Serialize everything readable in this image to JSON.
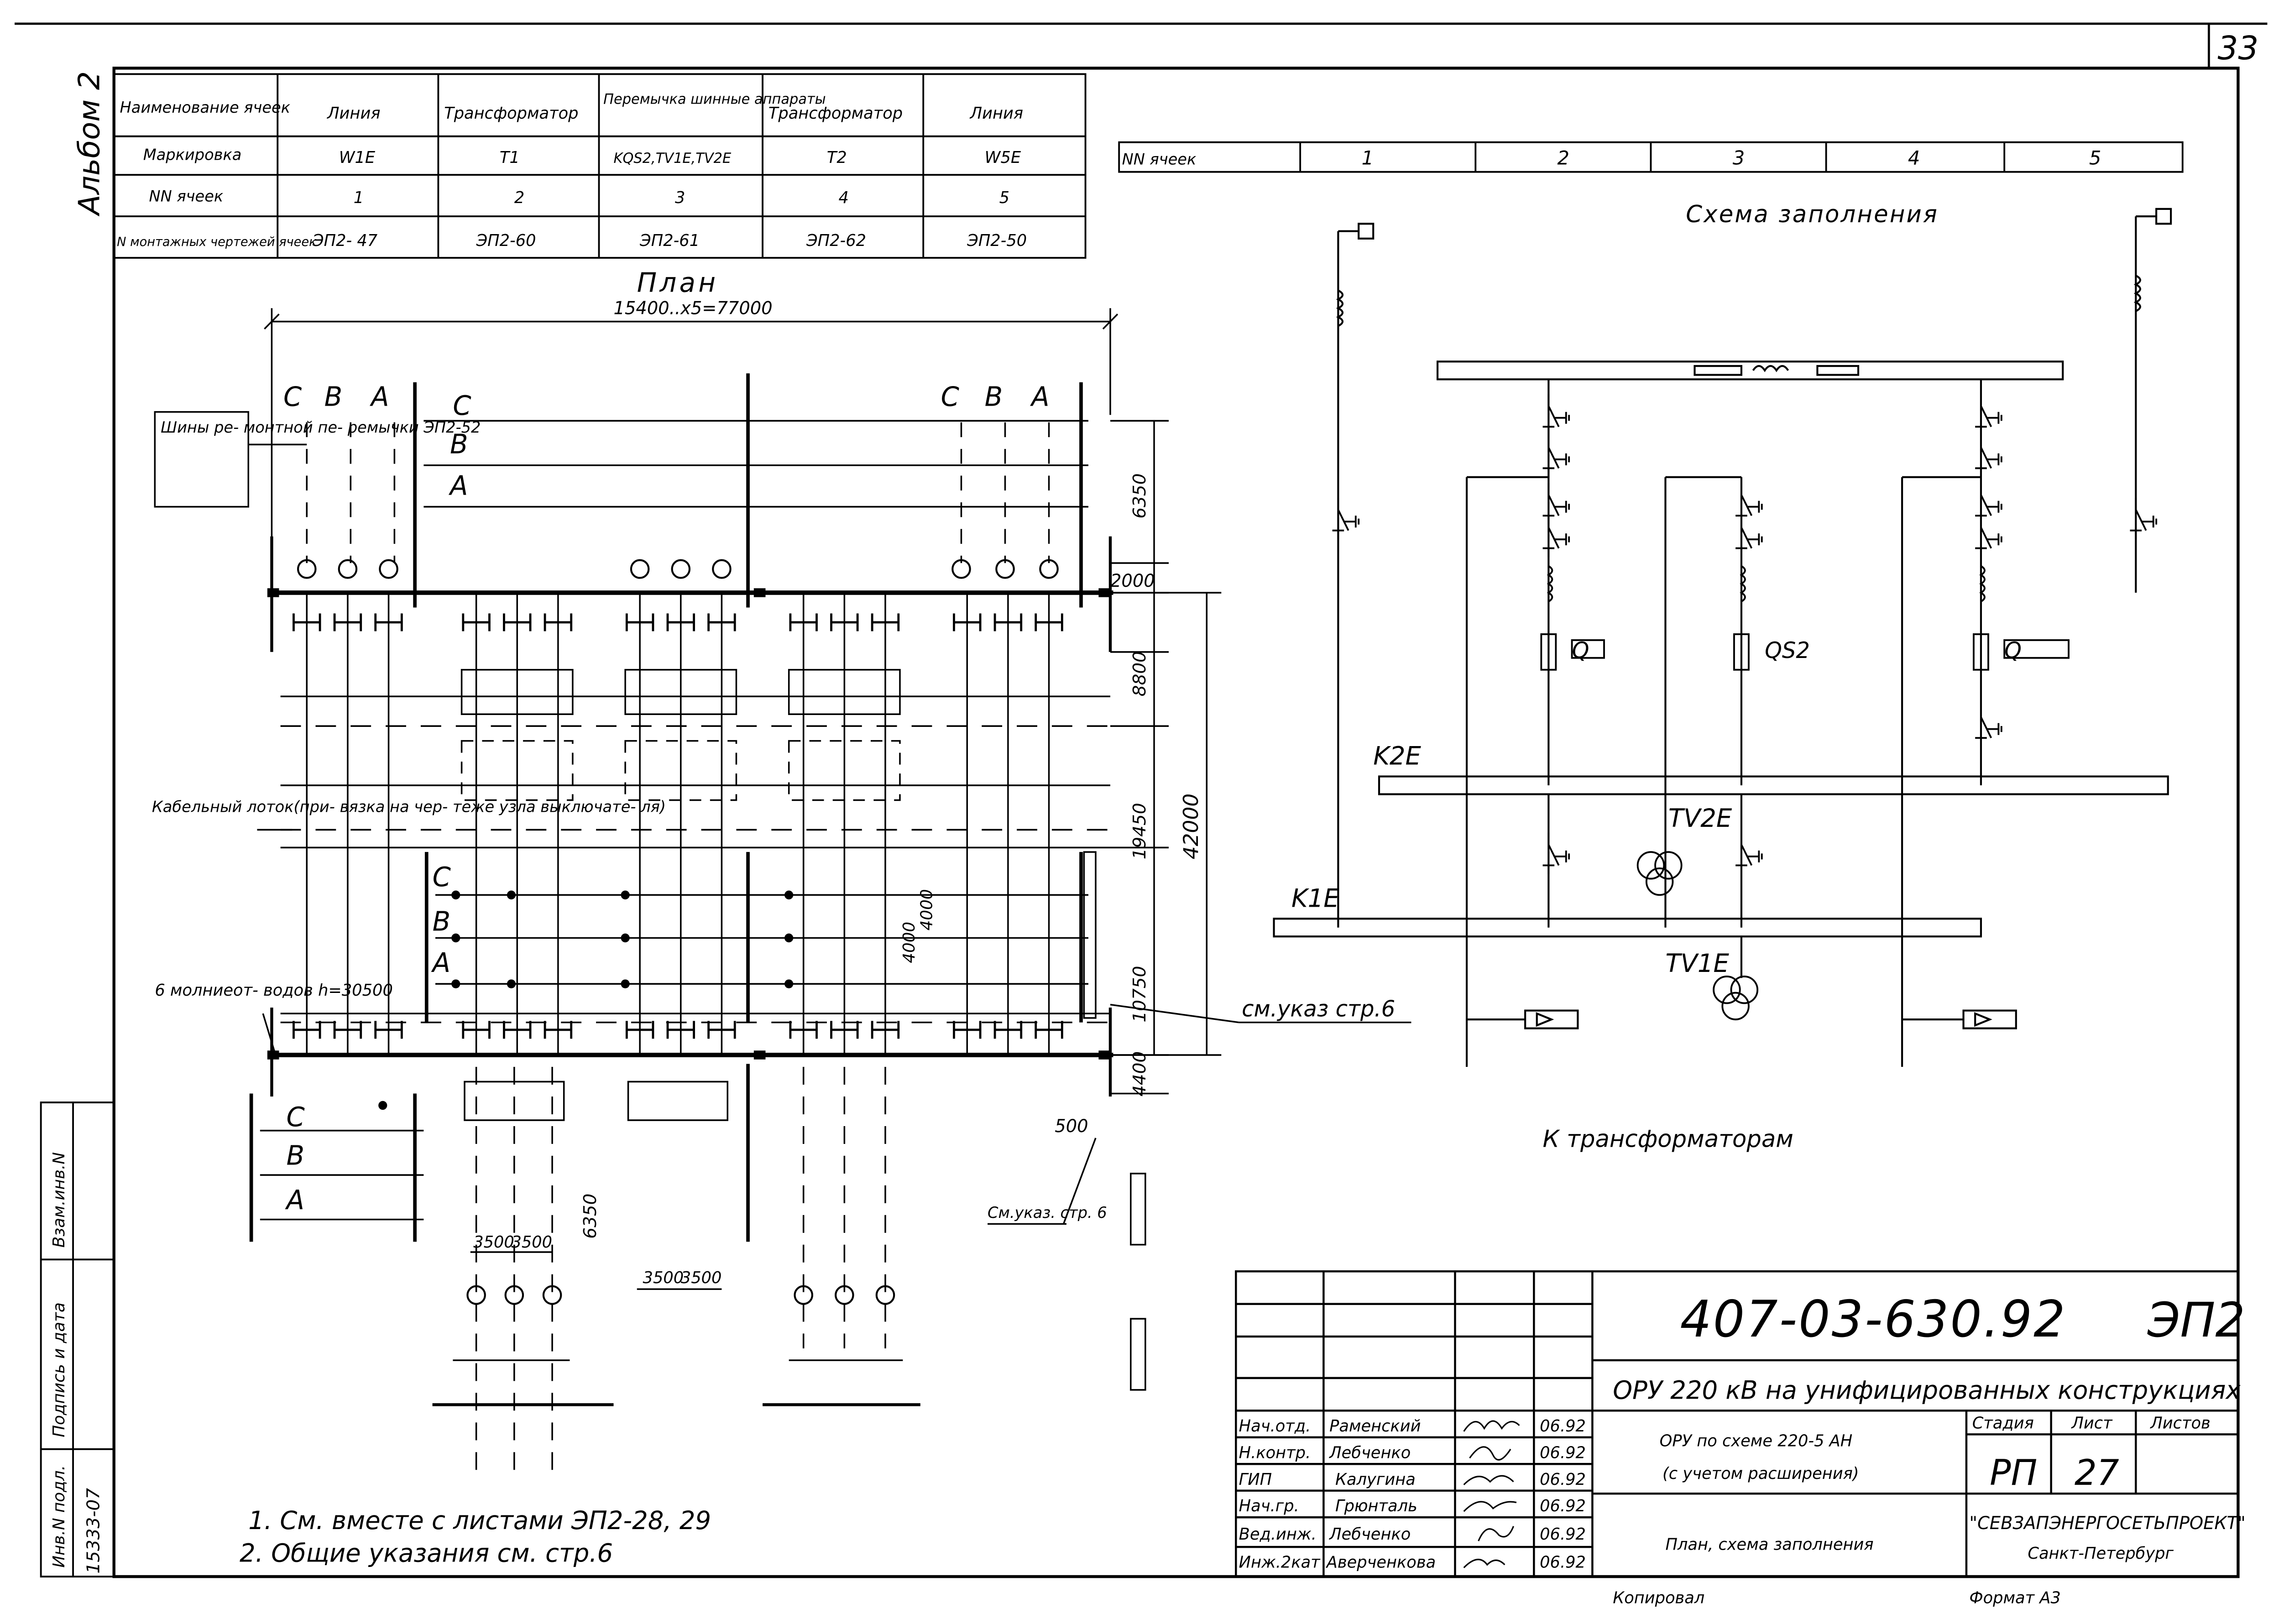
{
  "sheet_number": "33",
  "album_label": "Альбом 2",
  "cell_table": {
    "row_labels": [
      "Наименование ячеек",
      "Маркировка",
      "NN ячеек",
      "N монтажных чертежей ячеек"
    ],
    "columns": [
      {
        "name": "Линия",
        "marking": "W1E",
        "number": "1",
        "drawing": "ЭП2- 47"
      },
      {
        "name": "Трансформатор",
        "marking": "T1",
        "number": "2",
        "drawing": "ЭП2-60"
      },
      {
        "name": "Перемычка шинные аппараты",
        "marking": "KQS2,TV1E,TV2E",
        "number": "3",
        "drawing": "ЭП2-61"
      },
      {
        "name": "Трансформатор",
        "marking": "T2",
        "number": "4",
        "drawing": "ЭП2-62"
      },
      {
        "name": "Линия",
        "marking": "W5E",
        "number": "5",
        "drawing": "ЭП2-50"
      }
    ]
  },
  "plan": {
    "title": "План",
    "overall_dim": "15400..x5=77000",
    "dims": {
      "d6350_top": "6350",
      "d2000": "2000",
      "d8800": "8800",
      "d19450": "19450",
      "d42000": "42000",
      "d10750": "10750",
      "d4400": "4400",
      "d500": "500",
      "d6350_bot": "6350",
      "d3500a": "3500",
      "d3500b": "3500",
      "d3500c": "3500",
      "d3500d": "3500",
      "d4000a": "4000",
      "d4000b": "4000"
    },
    "note_bus": "Шины ре- монтной пе- ремычки ЭП2-52",
    "note_cable": "Кабельный лоток(при- вязка на чер- теже узла выключате- ля)",
    "note_arrester": "6 молниеот- водов h=30500",
    "note_ref": "см.указ стр.6",
    "note_ref2": "См.указ. стр. 6",
    "phase_c": "C",
    "phase_b": "B",
    "phase_a": "A"
  },
  "scheme": {
    "header_label": "NN ячеек",
    "cells": [
      "1",
      "2",
      "3",
      "4",
      "5"
    ],
    "title": "Схема заполнения",
    "label_q1": "Q",
    "label_qs2": "QS2",
    "label_q2": "Q",
    "bus_k2e": "K2E",
    "bus_k1e": "K1E",
    "tv2e": "TV2E",
    "tv1e": "TV1E",
    "bottom_label": "К трансформаторам"
  },
  "notes": [
    "1.  См. вместе с листами ЭП2-28, 29",
    "2.  Общие указания см. стр.6"
  ],
  "side_stamp": {
    "col1": "Инв.N подл.",
    "col2": "Подпись и дата",
    "col3": "Взам.инв.N",
    "inv": "15333-07"
  },
  "title_block": {
    "code": "407-03-630.92",
    "sheet_code": "ЭП2",
    "project_name": "ОРУ 220 кВ на унифицированных конструкциях",
    "subtitle1": "ОРУ по схеме 220-5 АН",
    "subtitle2": "(с учетом расширения)",
    "drawing_name": "План, схема заполнения",
    "stage_header": "Стадия",
    "sheet_header": "Лист",
    "sheets_header": "Листов",
    "stage": "РП",
    "sheet": "27",
    "org_name": "\"СЕВЗАПЭНЕРГОСЕТЬПРОЕКТ\"",
    "org_city": "Санкт-Петербург",
    "people": [
      {
        "role": "Нач.отд.",
        "name": "Раменский",
        "date": "06.92"
      },
      {
        "role": "Н.контр.",
        "name": "Лебченко",
        "date": "06.92"
      },
      {
        "role": "ГИП",
        "name": "Калугина",
        "date": "06.92"
      },
      {
        "role": "Нач.гр.",
        "name": "Грюнталь",
        "date": "06.92"
      },
      {
        "role": "Вед.инж.",
        "name": "Лебченко",
        "date": "06.92"
      },
      {
        "role": "Инж.2кат",
        "name": "Аверченкова",
        "date": "06.92"
      }
    ],
    "copied": "Копировал",
    "format": "Формат А3"
  }
}
